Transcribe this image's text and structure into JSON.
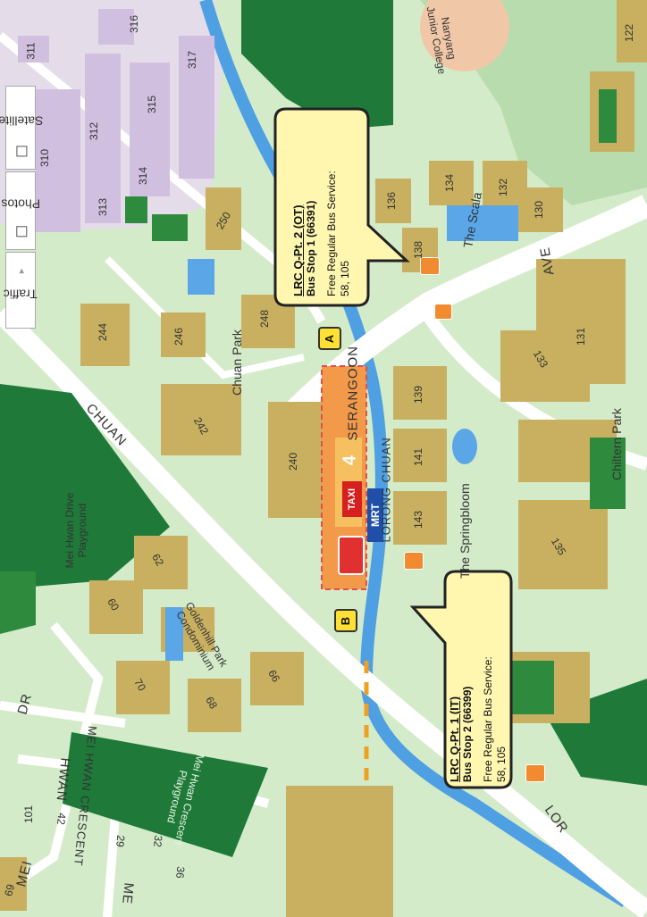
{
  "controls": {
    "traffic_label": "Traffic",
    "traffic_arrow": "▾",
    "photos_label": "Photos",
    "satellite_label": "Satellite"
  },
  "callouts": {
    "ot": {
      "title": "LRC Q-Pt. 2 (OT)",
      "stop": "Bus Stop 1 (66391)",
      "service_label": "Free Regular Bus Service:",
      "services": "58, 105"
    },
    "it": {
      "title": "LRC Q-Pt. 1 (IT)",
      "stop": "Bus Stop 2 (66399)",
      "service_label": "Free Regular Bus Service:",
      "services": "58, 105"
    }
  },
  "markers": {
    "a": "A",
    "b": "B"
  },
  "station": {
    "mrt_label": "MRT",
    "station_name": "LORONG CHUAN",
    "taxi_label": "TAXI",
    "line_number": "4"
  },
  "roads": {
    "chuan": "CHUAN",
    "serangoon": "SERANGOON",
    "ave": "AVE",
    "lor": "LOR",
    "mei_hwan_crescent": "MEI HWAN CRESCENT",
    "hwan": "HWAN",
    "mei": "MEI",
    "dr": "DR",
    "me": "ME"
  },
  "places": {
    "chuan_park": "Chuan Park",
    "the_scala": "The Scala",
    "the_springbloom": "The Springbloom",
    "chiltern_park": "Chiltern Park",
    "mei_hwan_drive_playground_1": "Mei Hwan Drive",
    "mei_hwan_drive_playground_2": "Playground",
    "mei_hwan_crescent_playground_1": "Mei Hwan Crescent",
    "mei_hwan_crescent_playground_2": "Playground",
    "goldenhill_1": "Goldenhill Park",
    "goldenhill_2": "Condominium",
    "nanyang_1": "Nanyang",
    "nanyang_2": "Junior College"
  },
  "buildings": {
    "b311": "311",
    "b316": "316",
    "b317": "317",
    "b315": "315",
    "b312": "312",
    "b310": "310",
    "b313": "313",
    "b314": "314",
    "b250": "250",
    "b244": "244",
    "b246": "246",
    "b248": "248",
    "b242": "242",
    "b240": "240",
    "b136": "136",
    "b134": "134",
    "b132": "132",
    "b130": "130",
    "b138": "138",
    "b139": "139",
    "b141": "141",
    "b143": "143",
    "b131": "131",
    "b133": "133",
    "b135": "135",
    "b122": "122",
    "b62": "62",
    "b60": "60",
    "b70": "70",
    "b68": "68",
    "b66": "66",
    "b101": "101",
    "b42": "42",
    "b29": "29",
    "b32": "32",
    "b36": "36",
    "b69": "69"
  },
  "colors": {
    "land": "#cfe8c4",
    "park": "#2e8b3e",
    "building": "#c8b060",
    "residential": "#d7c6e0",
    "water": "#5aa6e6",
    "road": "#ffffff",
    "callout_fill": "#fff7b0"
  }
}
